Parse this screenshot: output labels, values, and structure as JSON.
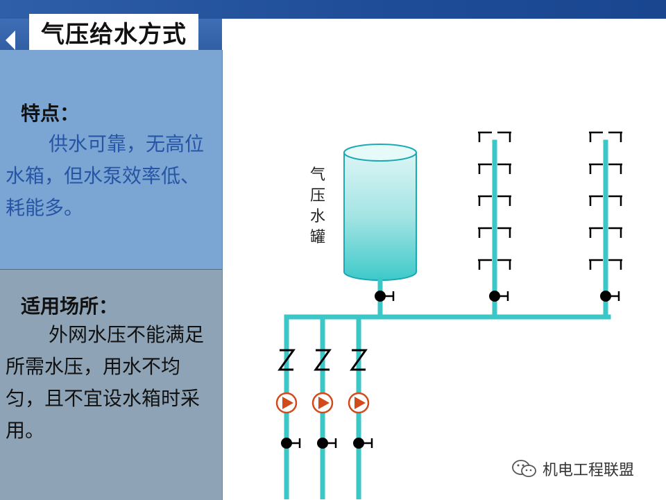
{
  "page": {
    "title": "气压给水方式"
  },
  "features": {
    "heading": "特点：",
    "text": "供水可靠，无高位水箱，但水泵效率低、耗能多。"
  },
  "applicable": {
    "heading": "适用场所：",
    "text": "外网水压不能满足所需水压，用水不均匀，且不宜设水箱时采用。"
  },
  "diagram": {
    "tank_label_chars": [
      "气",
      "压",
      "水",
      "罐"
    ],
    "pipe_color": "#3cc7c7",
    "pump_color": "#d24a1a"
  },
  "watermark": {
    "text": "机电工程联盟"
  },
  "colors": {
    "top_bar": "#1f4d97",
    "panel_top": "#7ba6d3",
    "panel_bottom": "#8ea4b6",
    "feature_text": "#2755a5"
  }
}
